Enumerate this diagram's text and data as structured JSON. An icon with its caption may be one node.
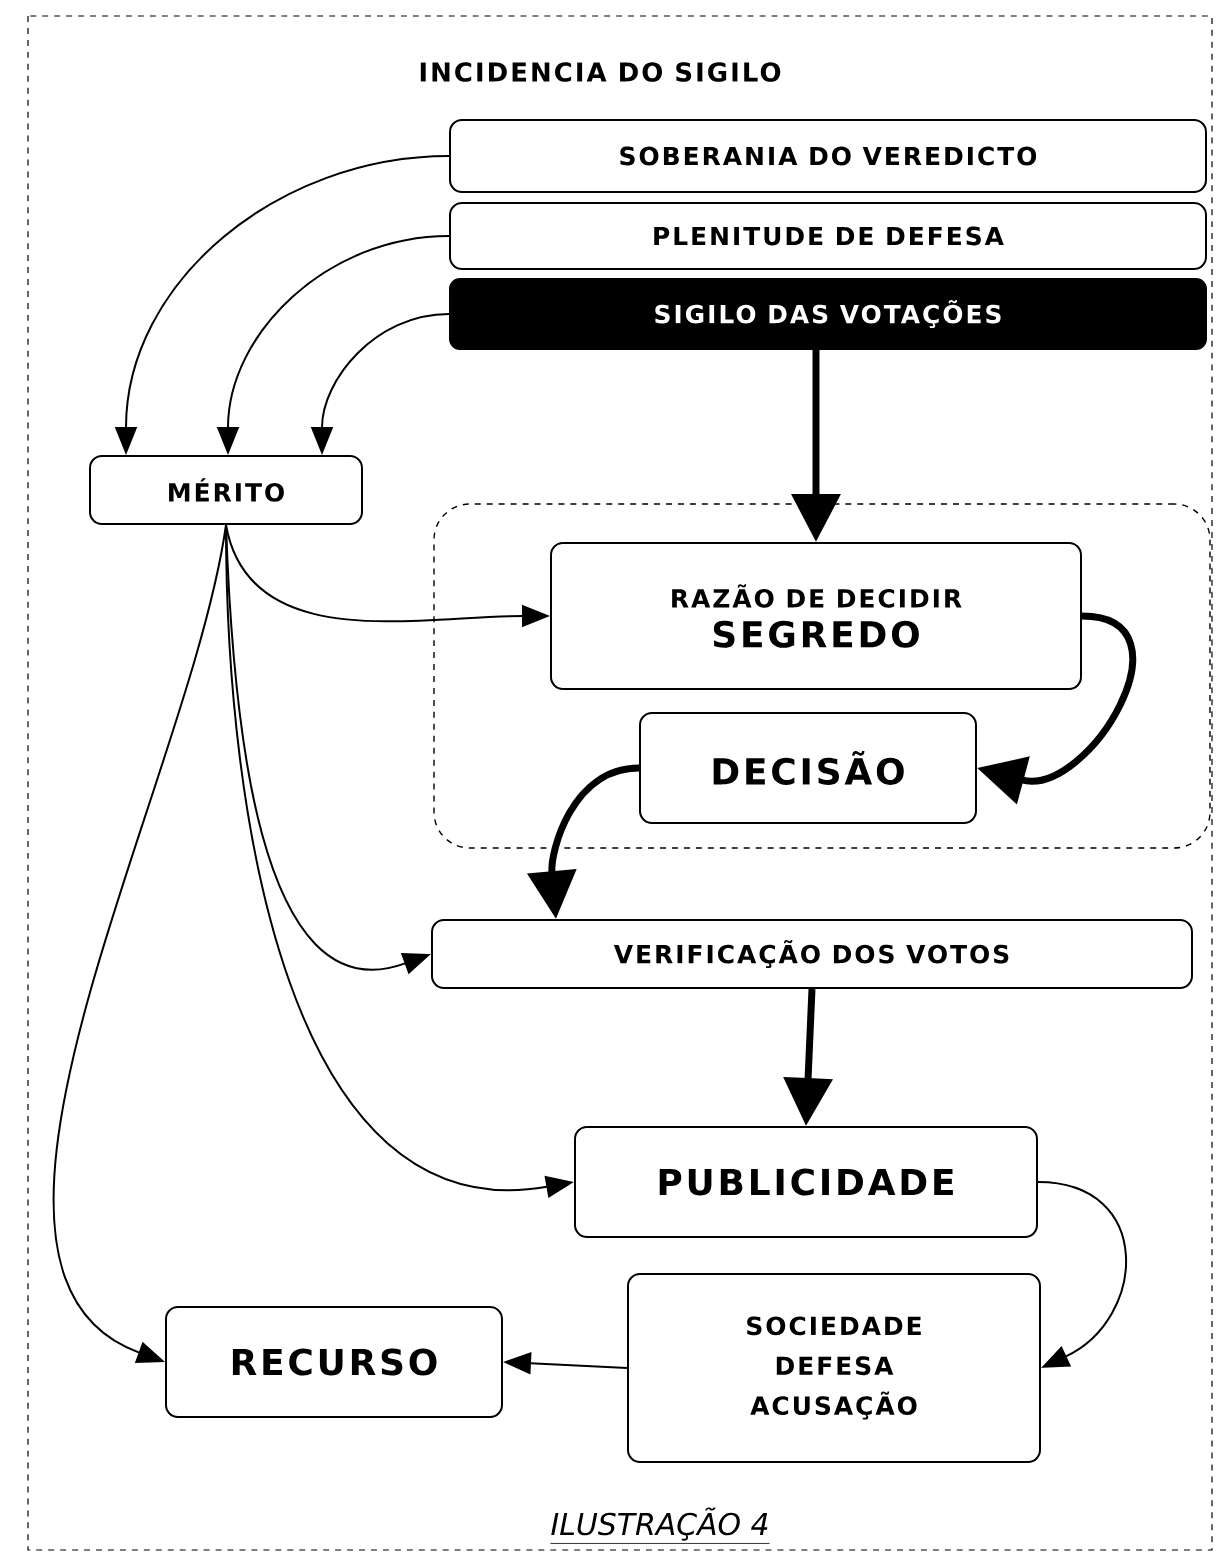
{
  "diagram": {
    "title": "INCIDENCIA DO SIGILO",
    "caption": "ILUSTRAÇÃO 4",
    "nodes": [
      {
        "text": [
          "SOBERANIA DO VEREDICTO"
        ]
      },
      {
        "text": [
          "PLENITUDE DE DEFESA"
        ]
      },
      {
        "text": [
          "SIGILO DAS VOTAÇÕES"
        ]
      },
      {
        "text": [
          "MÉRITO"
        ]
      },
      {
        "text": [],
        "shape": "box"
      },
      {
        "text": [
          "RAZÃO DE DECIDIR",
          "SEGREDO"
        ],
        "in": 4
      },
      {
        "text": [
          "DECISÃO"
        ],
        "in": 4
      },
      {
        "text": [
          "VERIFICAÇÃO DOS VOTOS"
        ]
      },
      {
        "text": [
          "PUBLICIDADE"
        ]
      },
      {
        "text": [
          "SOCIEDADE",
          "DEFESA",
          "ACUSAÇÃO"
        ]
      },
      {
        "text": [
          "RECURSO"
        ]
      }
    ],
    "edges": [
      {
        "from": 0,
        "to": 3,
        "arrow": "to"
      },
      {
        "from": 1,
        "to": 3,
        "arrow": "to"
      },
      {
        "from": 2,
        "to": 3,
        "arrow": "to"
      },
      {
        "from": 2,
        "to": 5,
        "arrow": "to",
        "style": "thick"
      },
      {
        "from": 3,
        "to": 5,
        "arrow": "to"
      },
      {
        "from": 5,
        "to": 6,
        "arrow": "to",
        "style": "thick"
      },
      {
        "from": 6,
        "to": 7,
        "arrow": "to",
        "style": "thick"
      },
      {
        "from": 3,
        "to": 7,
        "arrow": "to"
      },
      {
        "from": 7,
        "to": 8,
        "arrow": "to",
        "style": "thick"
      },
      {
        "from": 3,
        "to": 8,
        "arrow": "to"
      },
      {
        "from": 3,
        "to": 10,
        "arrow": "to"
      },
      {
        "from": 8,
        "to": 9,
        "arrow": "to"
      },
      {
        "from": 9,
        "to": 10,
        "arrow": "to"
      }
    ]
  }
}
